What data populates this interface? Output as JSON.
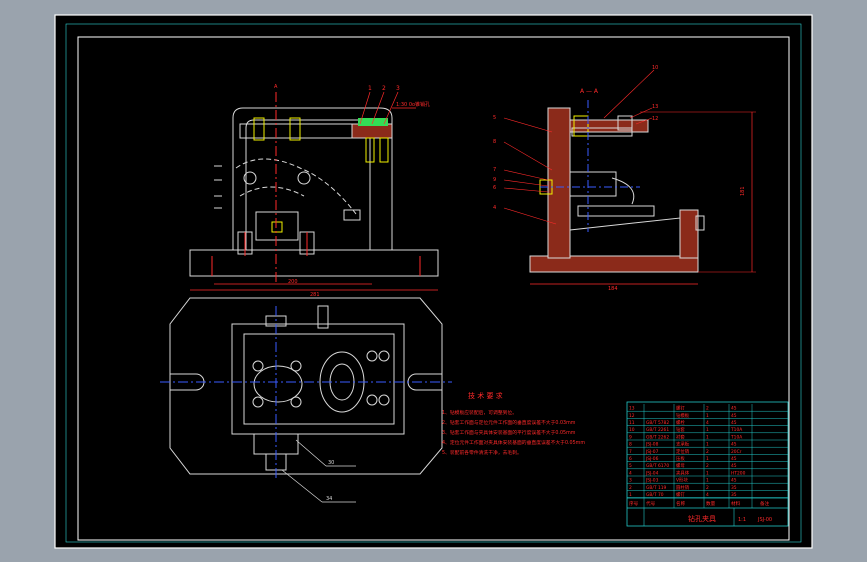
{
  "colors": {
    "viewport_bg": "#9aa3ad",
    "sheet_bg": "#000000",
    "frame": "#ffffff",
    "outline": "#d9d9d9",
    "red": "#ff2a2a",
    "blue": "#3a5bff",
    "cyan": "#2fd6d6",
    "yellow": "#f2f200",
    "green": "#33dd55",
    "hatch": "#8b2a1a",
    "table": "#22c8c8"
  },
  "views": {
    "front": {
      "callouts": [
        "1",
        "2",
        "3"
      ],
      "note": "1:30 0o锥销孔",
      "dim_inner": "200",
      "dim_outer": "281",
      "section_mark": "A"
    },
    "section": {
      "title": "A — A",
      "callouts": [
        "10",
        "13",
        "12",
        "5",
        "8",
        "7",
        "9",
        "6",
        "4"
      ],
      "dim_width": "184",
      "dim_height": "181"
    },
    "top": {
      "callouts": [
        "30",
        "34"
      ]
    }
  },
  "tech": {
    "title": "技 术 要 求",
    "lines": [
      "1、钻模板应装配后，可调整到位。",
      "2、钻套工作面与定位元件工作面的垂直度误差不大于0.03mm",
      "3、钻套工作面与夹具体安装基面的平行度误差不大于0.05mm",
      "4、定位元件工作面对夹具体安装基面的垂直度误差不大于0.05mm",
      "5、装配前各零件清洗干净，去毛刺。"
    ]
  },
  "title_block": {
    "drawing_name": "钻孔夹具",
    "scale": "1:1",
    "code": "JSJ-00",
    "head_seq": "序号",
    "head_code": "代号",
    "head_name": "名称",
    "head_qty": "数量",
    "head_mat": "材料",
    "head_note": "备注",
    "rows": [
      {
        "seq": "13",
        "code": "",
        "name": "螺钉",
        "qty": "2",
        "mat": "45"
      },
      {
        "seq": "12",
        "code": "",
        "name": "钻模板",
        "qty": "1",
        "mat": "45"
      },
      {
        "seq": "11",
        "code": "GB/T 5782",
        "name": "螺栓",
        "qty": "4",
        "mat": "45"
      },
      {
        "seq": "10",
        "code": "GB/T 2261",
        "name": "钻套",
        "qty": "1",
        "mat": "T10A"
      },
      {
        "seq": "9",
        "code": "GB/T 2262",
        "name": "衬套",
        "qty": "1",
        "mat": "T10A"
      },
      {
        "seq": "8",
        "code": "JSJ-08",
        "name": "支承板",
        "qty": "1",
        "mat": "45"
      },
      {
        "seq": "7",
        "code": "JSJ-07",
        "name": "定位销",
        "qty": "2",
        "mat": "20Cr"
      },
      {
        "seq": "6",
        "code": "JSJ-06",
        "name": "压板",
        "qty": "1",
        "mat": "45"
      },
      {
        "seq": "5",
        "code": "GB/T 6170",
        "name": "螺母",
        "qty": "2",
        "mat": "45"
      },
      {
        "seq": "4",
        "code": "JSJ-04",
        "name": "夹具体",
        "qty": "1",
        "mat": "HT200"
      },
      {
        "seq": "3",
        "code": "JSJ-03",
        "name": "V形块",
        "qty": "1",
        "mat": "45"
      },
      {
        "seq": "2",
        "code": "GB/T 119",
        "name": "圆柱销",
        "qty": "2",
        "mat": "35"
      },
      {
        "seq": "1",
        "code": "GB/T 70",
        "name": "螺钉",
        "qty": "4",
        "mat": "35"
      }
    ]
  }
}
